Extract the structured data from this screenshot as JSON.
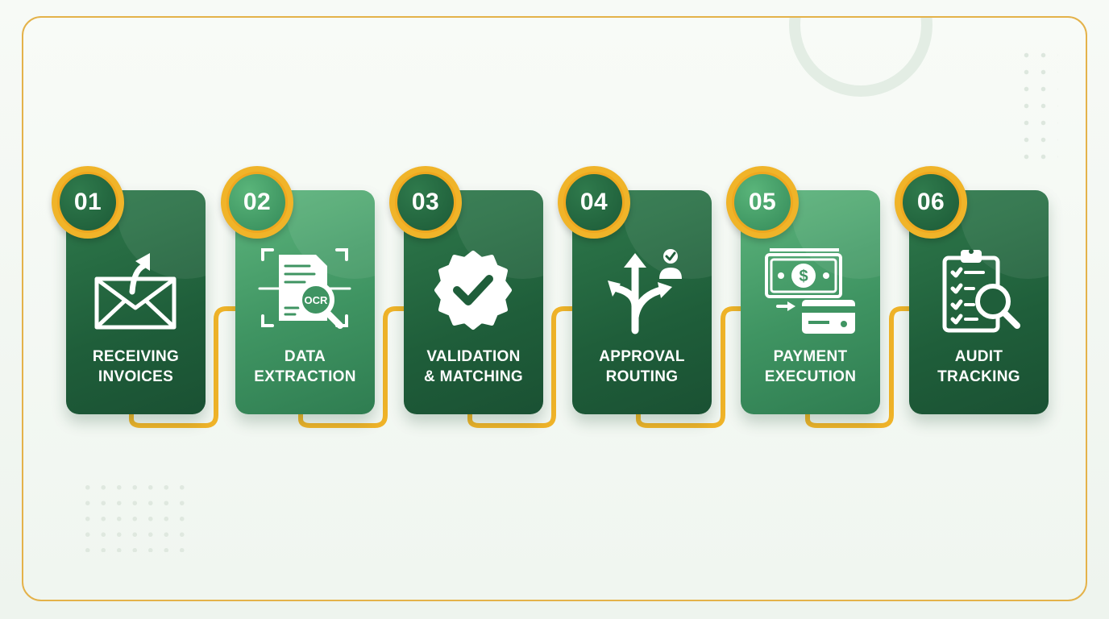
{
  "steps": [
    {
      "number": "01",
      "line1": "RECEIVING",
      "line2": "INVOICES",
      "icon": "envelope-upload-icon",
      "tone": "dark"
    },
    {
      "number": "02",
      "line1": "DATA",
      "line2": "EXTRACTION",
      "icon": "ocr-document-scan-icon",
      "tone": "light"
    },
    {
      "number": "03",
      "line1": "VALIDATION",
      "line2": "& MATCHING",
      "icon": "checkmark-badge-icon",
      "tone": "dark"
    },
    {
      "number": "04",
      "line1": "APPROVAL",
      "line2": "ROUTING",
      "icon": "route-arrows-approver-icon",
      "tone": "dark"
    },
    {
      "number": "05",
      "line1": "PAYMENT",
      "line2": "EXECUTION",
      "icon": "cash-card-payment-icon",
      "tone": "light"
    },
    {
      "number": "06",
      "line1": "AUDIT",
      "line2": "TRACKING",
      "icon": "clipboard-magnifier-icon",
      "tone": "dark"
    }
  ],
  "colors": {
    "dark_green": "#1f5e3a",
    "light_green": "#4fa26f",
    "accent_gold": "#f0b429",
    "frame_border": "#e4b24a",
    "background": "#f2f6f1"
  },
  "icons": {
    "ocr_text": "OCR",
    "currency_symbol": "$"
  }
}
